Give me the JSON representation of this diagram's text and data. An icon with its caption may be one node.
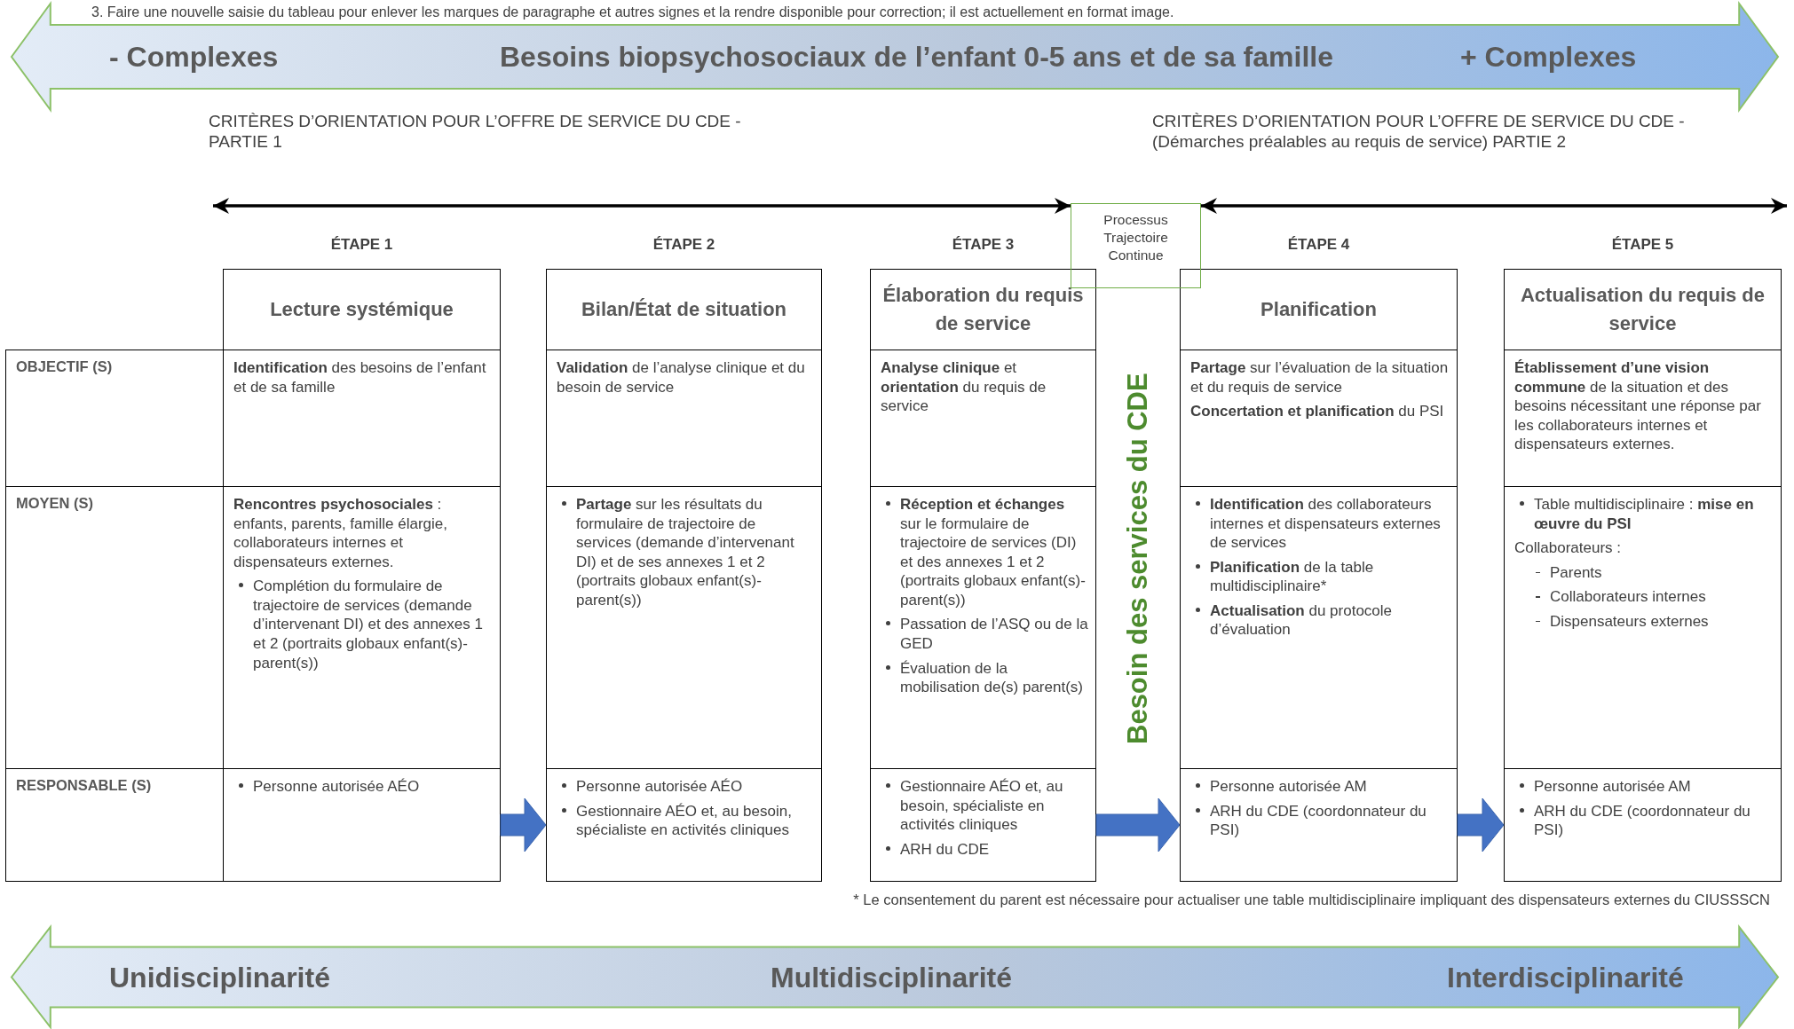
{
  "diagram": {
    "nodes": [
      {
        "text": [
          "- Complexes",
          "Besoins biopsychosociaux de l’enfant 0-5 ans et de sa famille",
          "+ Complexes"
        ]
      },
      {
        "text": [
          "Lecture systémique"
        ]
      },
      {
        "text": [
          "Bilan/État de situation"
        ]
      },
      {
        "text": [
          "Élaboration du requis de service"
        ]
      },
      {
        "text": [
          "Processus Trajectoire Continue"
        ]
      },
      {
        "text": [
          "Planification"
        ]
      },
      {
        "text": [
          "Actualisation du requis de service"
        ]
      },
      {
        "text": [
          "OBJECTIF (S)"
        ]
      },
      {
        "text": [
          "**Identification** des besoins de l’enfant et de sa famille"
        ]
      },
      {
        "text": [
          "**Validation** de l’analyse clinique et du besoin de service"
        ]
      },
      {
        "text": [
          "**Analyse clinique** et **orientation** du requis de service"
        ]
      },
      {
        "text": [
          "**Partage** sur l’évaluation de la situation et du requis de service",
          "**Concertation et planification** du PSI"
        ]
      },
      {
        "text": [
          "**Établissement d’une vision commune** de la situation et des besoins nécessitant une réponse par les collaborateurs internes et dispensateurs externes."
        ]
      },
      {
        "text": [
          "MOYEN (S)"
        ]
      },
      {
        "text": [
          "**Rencontres psychosociales** : enfants, parents, famille élargie, collaborateurs internes et dispensateurs externes.",
          "Complétion du formulaire de trajectoire de services (demande d’intervenant DI) et des annexes 1 et 2 (portraits globaux enfant(s)-parent(s))"
        ]
      },
      {
        "text": [
          "**Partage** sur les résultats du formulaire de trajectoire de services (demande d’intervenant DI) et de ses annexes 1 et 2 (portraits globaux enfant(s)-parent(s))"
        ]
      },
      {
        "text": [
          "**Réception et échanges** sur le formulaire de trajectoire de services (DI) et des annexes 1 et 2 (portraits globaux enfant(s)-parent(s))",
          "Passation de l’ASQ ou de la GED",
          "Évaluation de la mobilisation de(s) parent(s)"
        ]
      },
      {
        "text": [
          "**Identification** des collaborateurs internes et dispensateurs externes de services",
          "**Planification** de la table multidisciplinaire*",
          "**Actualisation** du protocole d’évaluation"
        ]
      },
      {
        "text": [
          "Table multidisciplinaire : **mise en œuvre du PSI**",
          "Collaborateurs :",
          "Parents",
          "Collaborateurs internes",
          "Dispensateurs externes"
        ]
      },
      {
        "text": [
          "RESPONSABLE (S)"
        ]
      },
      {
        "text": [
          "Personne autorisée AÉO"
        ]
      },
      {
        "text": [
          "Personne autorisée AÉO",
          "Gestionnaire AÉO et, au besoin, spécialiste en activités cliniques"
        ]
      },
      {
        "text": [
          "Gestionnaire AÉO et, au besoin, spécialiste en activités cliniques",
          "ARH du CDE"
        ]
      },
      {
        "text": [
          "Personne autorisée AM",
          "ARH du CDE (coordonnateur du PSI)"
        ]
      },
      {
        "text": [
          "Personne autorisée AM",
          "ARH du CDE (coordonnateur du PSI)"
        ]
      },
      {
        "text": [
          "Unidisciplinarité",
          "Multidisciplinarité",
          "Interdisciplinarité"
        ]
      }
    ],
    "edges": [
      {
        "from": null,
        "to": 4,
        "arrow": "both"
      },
      {
        "from": 4,
        "to": null,
        "arrow": "both"
      },
      {
        "from": 20,
        "to": 21,
        "arrow": "to",
        "style": "thick",
        "color": "#4472c4"
      },
      {
        "from": 22,
        "to": 23,
        "arrow": "to",
        "style": "thick",
        "color": "#4472c4"
      },
      {
        "from": 23,
        "to": 24,
        "arrow": "to",
        "style": "thick",
        "color": "#4472c4"
      }
    ],
    "labels": [
      "3. Faire une nouvelle saisie du tableau pour enlever les marques de paragraphe et autres signes et la rendre disponible pour correction; il est actuellement en format image.",
      "CRITÈRES D’ORIENTATION POUR L’OFFRE DE SERVICE DU CDE - PARTIE 1",
      "CRITÈRES D’ORIENTATION POUR L’OFFRE DE SERVICE DU CDE - (Démarches préalables au requis de service) PARTIE 2",
      "ÉTAPE 1",
      "ÉTAPE 2",
      "ÉTAPE 3",
      "ÉTAPE 4",
      "ÉTAPE 5",
      "Besoin des services du CDE",
      "* Le consentement du parent est nécessaire pour actualiser une table multidisciplinaire impliquant des dispensateurs externes du CIUSSSCN"
    ]
  }
}
